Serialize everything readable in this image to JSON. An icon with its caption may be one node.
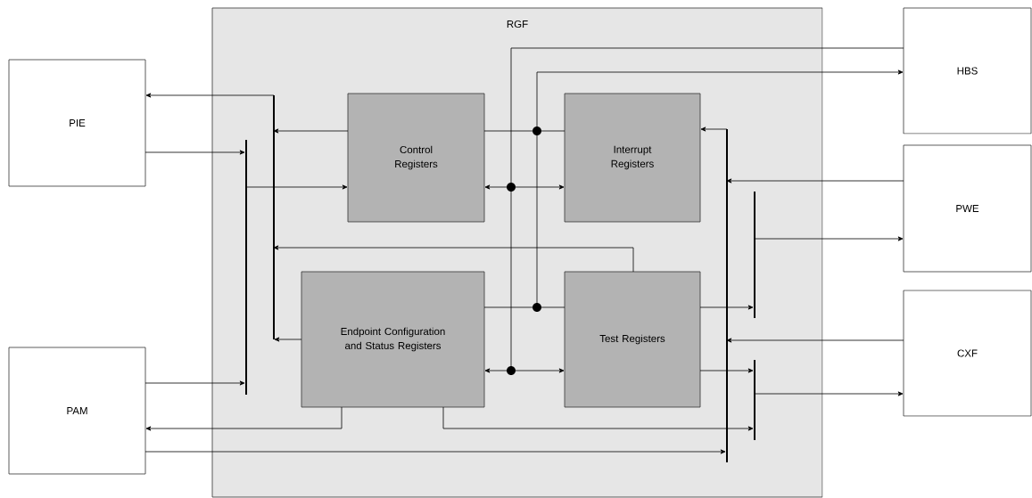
{
  "diagram": {
    "nodes": [
      {
        "text": [
          "RGF"
        ]
      },
      {
        "text": [
          "Control Registers"
        ],
        "in": 0
      },
      {
        "text": [
          "Interrupt Registers"
        ],
        "in": 0
      },
      {
        "text": [
          "Endpoint Configuration and Status Registers"
        ],
        "in": 0
      },
      {
        "text": [
          "Test Registers"
        ],
        "in": 0
      },
      {
        "text": [
          "PIE"
        ]
      },
      {
        "text": [
          "PAM"
        ]
      },
      {
        "text": [
          "HBS"
        ]
      },
      {
        "text": [
          "PWE"
        ]
      },
      {
        "text": [
          "CXF"
        ]
      },
      {
        "text": [],
        "shape": "bar",
        "in": 0
      },
      {
        "text": [],
        "shape": "bar",
        "in": 0
      },
      {
        "text": [],
        "shape": "bar",
        "in": 0
      },
      {
        "text": [],
        "shape": "bar",
        "in": 0
      },
      {
        "text": [],
        "shape": "bar",
        "in": 0
      },
      {
        "text": [],
        "shape": "circle",
        "in": 0
      },
      {
        "text": [],
        "shape": "circle",
        "in": 0
      },
      {
        "text": [],
        "shape": "circle",
        "in": 0
      },
      {
        "text": [],
        "shape": "circle",
        "in": 0
      }
    ],
    "edges": [
      {
        "from": 5,
        "to": 10,
        "arrow": "to"
      },
      {
        "from": 6,
        "to": 10,
        "arrow": "to"
      },
      {
        "from": 10,
        "to": 1,
        "arrow": "to"
      },
      {
        "from": 1,
        "to": 11,
        "arrow": "to"
      },
      {
        "from": 4,
        "to": 11,
        "arrow": "to"
      },
      {
        "from": 3,
        "to": 11,
        "arrow": "to"
      },
      {
        "from": 11,
        "to": 5,
        "arrow": "to"
      },
      {
        "from": 1,
        "to": 15,
        "arrow": "none"
      },
      {
        "from": 15,
        "to": 2,
        "arrow": "none"
      },
      {
        "from": 15,
        "to": 7,
        "arrow": "to"
      },
      {
        "from": 17,
        "to": 15,
        "arrow": "none"
      },
      {
        "from": 3,
        "to": 17,
        "arrow": "none"
      },
      {
        "from": 17,
        "to": 4,
        "arrow": "none"
      },
      {
        "from": 7,
        "to": 16,
        "arrow": "none"
      },
      {
        "from": 16,
        "to": 1,
        "arrow": "to"
      },
      {
        "from": 16,
        "to": 2,
        "arrow": "to"
      },
      {
        "from": 16,
        "to": 18,
        "arrow": "none"
      },
      {
        "from": 18,
        "to": 3,
        "arrow": "to"
      },
      {
        "from": 18,
        "to": 4,
        "arrow": "to"
      },
      {
        "from": 12,
        "to": 2,
        "arrow": "to"
      },
      {
        "from": 8,
        "to": 12,
        "arrow": "to"
      },
      {
        "from": 9,
        "to": 12,
        "arrow": "to"
      },
      {
        "from": 6,
        "to": 12,
        "arrow": "to"
      },
      {
        "from": 4,
        "to": 13,
        "arrow": "to"
      },
      {
        "from": 13,
        "to": 8,
        "arrow": "to"
      },
      {
        "from": 4,
        "to": 14,
        "arrow": "to"
      },
      {
        "from": 3,
        "to": 14,
        "arrow": "to"
      },
      {
        "from": 3,
        "to": 6,
        "arrow": "to"
      },
      {
        "from": 14,
        "to": 9,
        "arrow": "to"
      }
    ]
  }
}
